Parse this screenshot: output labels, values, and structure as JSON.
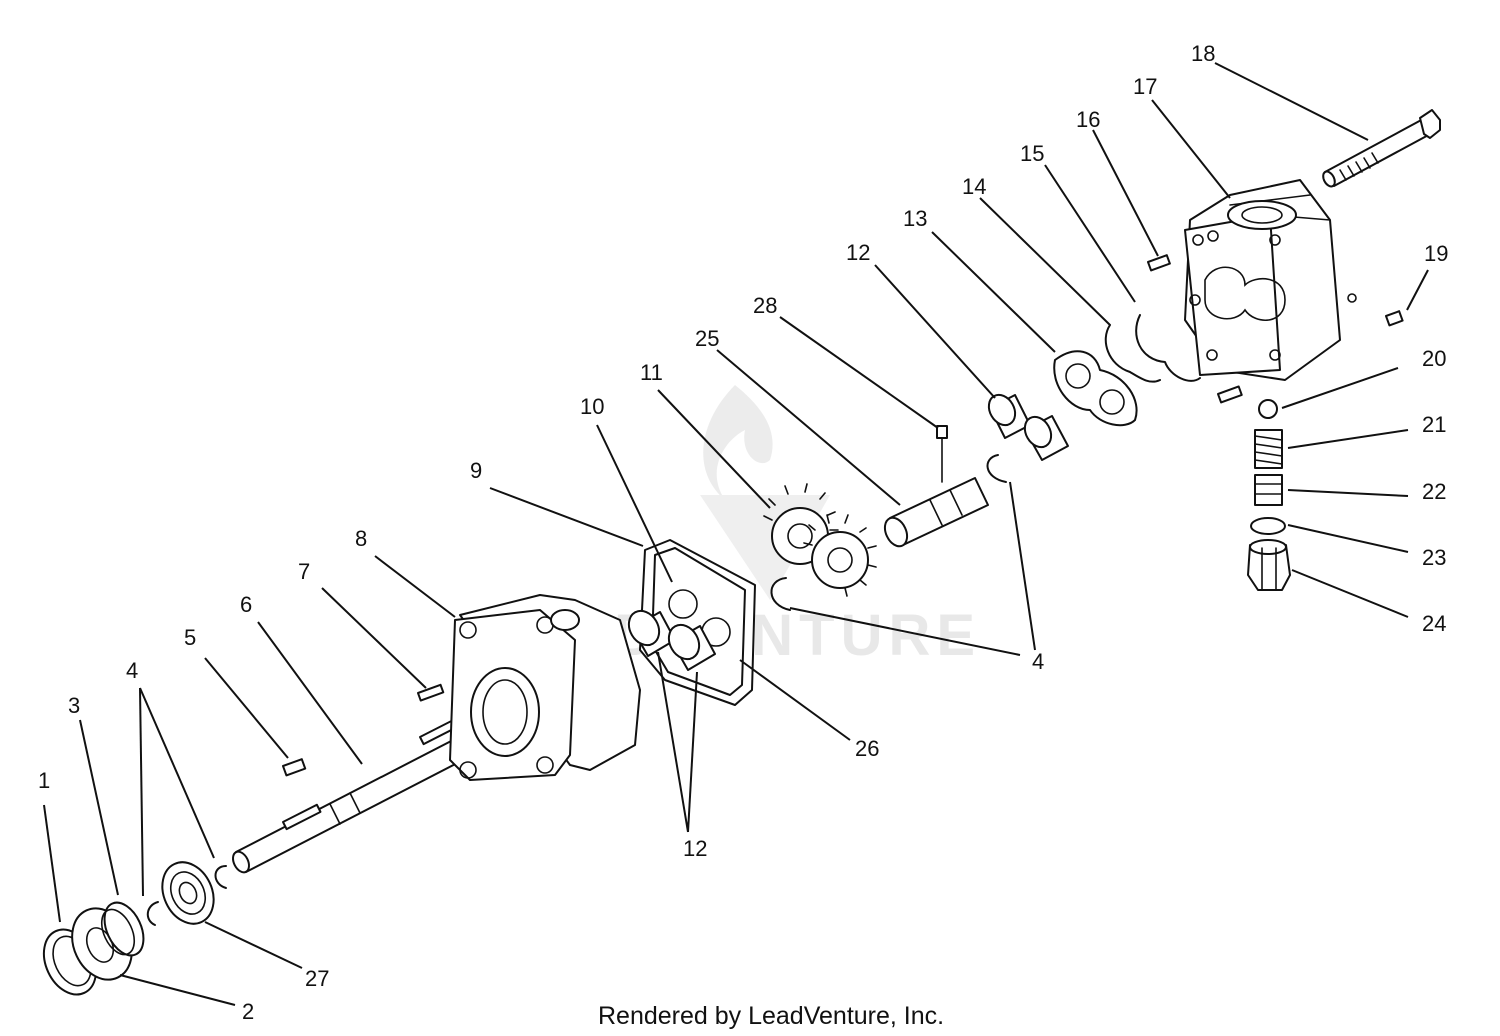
{
  "callouts": {
    "c1": "1",
    "c2": "2",
    "c3": "3",
    "c4a": "4",
    "c4b": "4",
    "c5": "5",
    "c6": "6",
    "c7": "7",
    "c8": "8",
    "c9": "9",
    "c10": "10",
    "c11": "11",
    "c12a": "12",
    "c12b": "12",
    "c13": "13",
    "c14": "14",
    "c15": "15",
    "c16": "16",
    "c17": "17",
    "c18": "18",
    "c19": "19",
    "c20": "20",
    "c21": "21",
    "c22": "22",
    "c23": "23",
    "c24": "24",
    "c25": "25",
    "c26": "26",
    "c27": "27",
    "c28": "28"
  },
  "footer": {
    "credit": "Rendered by LeadVenture, Inc."
  },
  "watermark": {
    "text": "LEADVENTURE"
  }
}
